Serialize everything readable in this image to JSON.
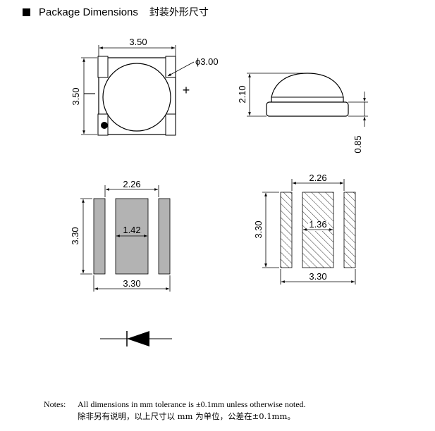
{
  "header": {
    "title": "Package Dimensions",
    "title_cn": "封装外形尺寸"
  },
  "top_view": {
    "width_label": "3.50",
    "height_label": "3.50",
    "lens_diameter_label": "ϕ3.00",
    "minus_sign": "—",
    "plus_sign": "+"
  },
  "side_view": {
    "total_height_label": "2.10",
    "base_height_label": "0.85"
  },
  "footprint_left": {
    "center_width_label": "2.26",
    "pad_inner_label": "1.42",
    "height_label": "3.30",
    "total_width_label": "3.30"
  },
  "footprint_right": {
    "center_width_label": "2.26",
    "pad_inner_label": "1.36",
    "height_label": "3.30",
    "total_width_label": "3.30"
  },
  "notes": {
    "label": "Notes:",
    "line1": "All dimensions in mm tolerance is ±0.1mm unless otherwise noted.",
    "line2": "除非另有说明，以上尺寸以 mm 为单位，公差在±0.1mm。"
  },
  "colors": {
    "pad_fill": "#b3b3b3",
    "line": "#000000"
  }
}
